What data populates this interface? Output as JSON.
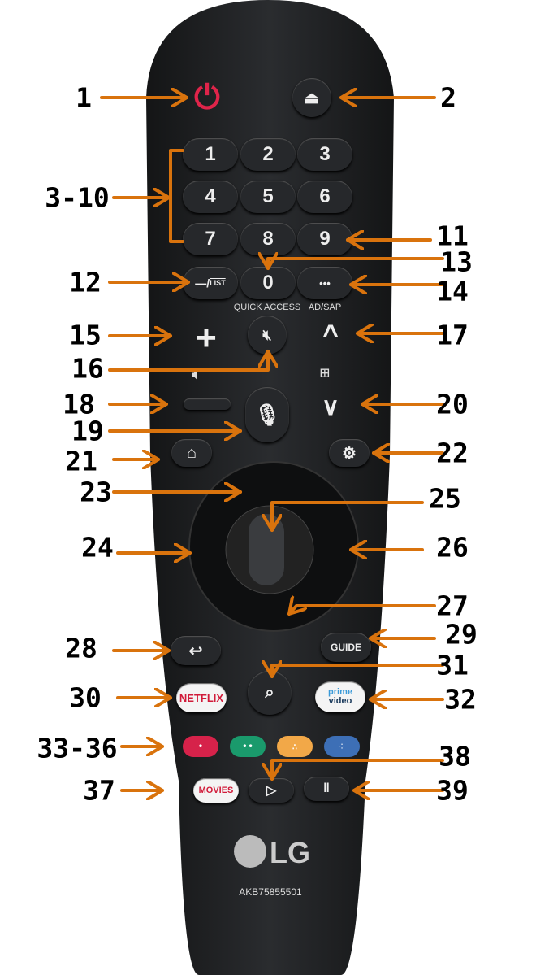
{
  "callouts": [
    "1",
    "2",
    "3-10",
    "11",
    "12",
    "13",
    "14",
    "15",
    "16",
    "17",
    "18",
    "19",
    "20",
    "21",
    "22",
    "23",
    "24",
    "25",
    "26",
    "27",
    "28",
    "29",
    "30",
    "31",
    "32",
    "33-36",
    "37",
    "38",
    "39"
  ],
  "remote": {
    "numbers": [
      "1",
      "2",
      "3",
      "4",
      "5",
      "6",
      "7",
      "8",
      "9",
      "0"
    ],
    "list_label": "LIST",
    "list_prefix": "—/",
    "quick_access": "QUICK ACCESS",
    "ad_sap": "AD/SAP",
    "more_dots": "•••",
    "guide": "GUIDE",
    "netflix": "NETFLIX",
    "prime_1": "prime",
    "prime_2": "video",
    "movies": "MOVIES",
    "brand": "LG",
    "model": "AKB75855501"
  },
  "colors": {
    "arrow": "#d9730d",
    "power": "#e0244a",
    "red": "#d6224a",
    "green": "#1a9a6c",
    "yellow": "#f2a848",
    "blue": "#3d6fb6"
  }
}
